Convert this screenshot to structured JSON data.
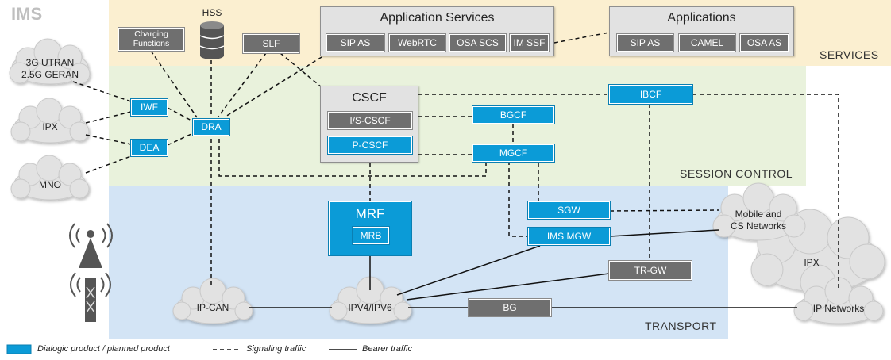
{
  "title": "IMS",
  "layers": {
    "services": "SERVICES",
    "session_control": "SESSION CONTROL",
    "transport": "TRANSPORT"
  },
  "hss": "HSS",
  "charging": [
    "Charging",
    "Functions"
  ],
  "slf": "SLF",
  "application_services": {
    "title": "Application Services",
    "items": [
      "SIP AS",
      "WebRTC",
      "OSA SCS",
      "IM SSF"
    ]
  },
  "applications": {
    "title": "Applications",
    "items": [
      "SIP AS",
      "CAMEL",
      "OSA AS"
    ]
  },
  "clouds": {
    "utran": [
      "3G UTRAN",
      "2.5G GERAN"
    ],
    "ipx_left": "IPX",
    "mno": "MNO",
    "ip_can": "IP-CAN",
    "ipv4v6": "IPV4/IPV6",
    "mobile_cs": [
      "Mobile and",
      "CS Networks"
    ],
    "ipx_right": "IPX",
    "ip_networks": "IP Networks"
  },
  "nodes": {
    "iwf": "IWF",
    "dra": "DRA",
    "dea": "DEA",
    "ibcf": "IBCF",
    "bgcf": "BGCF",
    "mgcf": "MGCF",
    "sgw": "SGW",
    "ims_mgw": "IMS MGW",
    "tr_gw": "TR-GW",
    "bg": "BG"
  },
  "cscf": {
    "title": "CSCF",
    "i_s_cscf": "I/S-CSCF",
    "p_cscf": "P-CSCF"
  },
  "mrf": {
    "title": "MRF",
    "mrb": "MRB"
  },
  "legend": {
    "product": "Dialogic product / planned product",
    "signaling": "Signaling traffic",
    "bearer": "Bearer traffic"
  },
  "colors": {
    "dialogic_blue": "#0b9bd7",
    "gray_node": "#6f6f6f",
    "services_band": "#fbefd0",
    "session_band": "#e9f2dc",
    "transport_band": "#d3e4f5"
  }
}
